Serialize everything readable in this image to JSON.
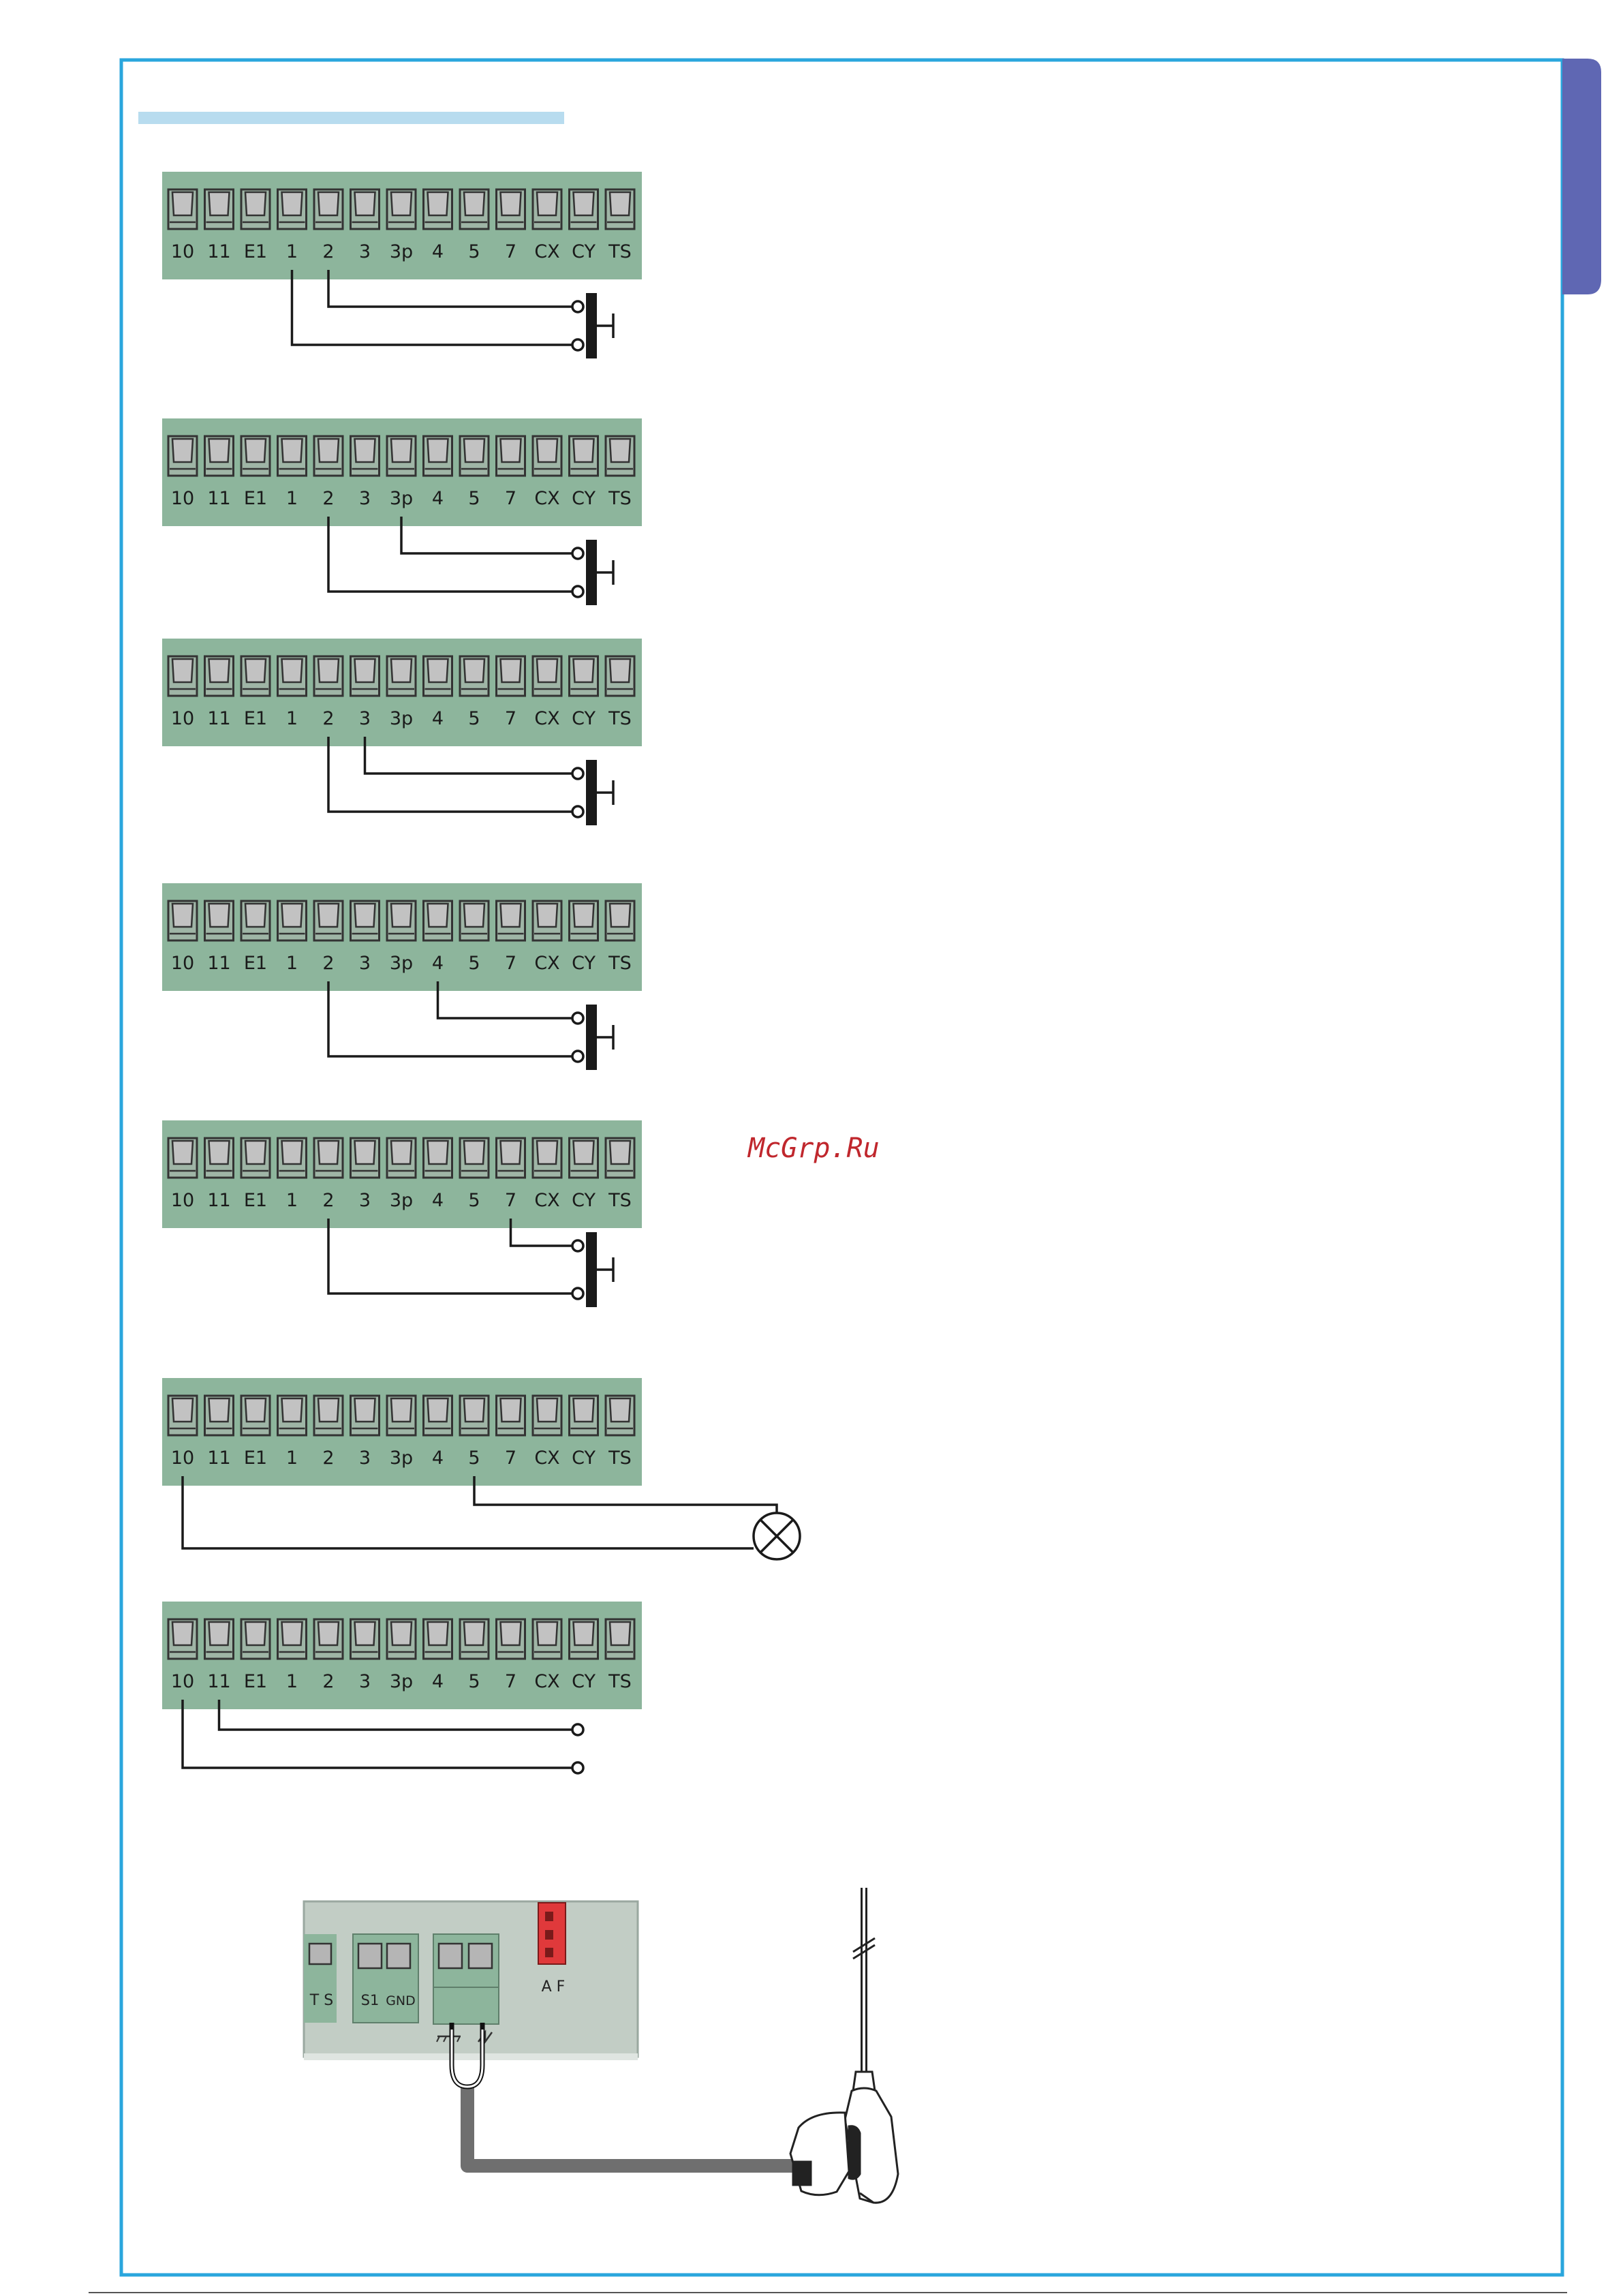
{
  "terminal_labels": [
    "10",
    "11",
    "E1",
    "1",
    "2",
    "3",
    "3p",
    "4",
    "5",
    "7",
    "CX",
    "CY",
    "TS"
  ],
  "watermark": "McGrp.Ru",
  "antenna_board": {
    "ts_label": "T S",
    "s1_label": "S1",
    "gnd_label": "GND",
    "af_label": "A F"
  },
  "colors": {
    "frame_blue": "#2aa6dd",
    "terminal_green": "#8db59c",
    "tab_blue": "#5f67b3",
    "watermark_red": "#c0272d",
    "board_grey": "#c2cdc5",
    "connector_red": "#e0393b"
  },
  "diagrams": [
    {
      "wires": [
        "1",
        "2"
      ],
      "device": "pushbutton"
    },
    {
      "wires": [
        "2",
        "3p"
      ],
      "device": "pushbutton"
    },
    {
      "wires": [
        "2",
        "3"
      ],
      "device": "pushbutton"
    },
    {
      "wires": [
        "2",
        "4"
      ],
      "device": "pushbutton"
    },
    {
      "wires": [
        "2",
        "7"
      ],
      "device": "pushbutton"
    },
    {
      "wires": [
        "10",
        "5"
      ],
      "device": "lamp"
    },
    {
      "wires": [
        "10",
        "11"
      ],
      "device": "open-terminals"
    }
  ]
}
